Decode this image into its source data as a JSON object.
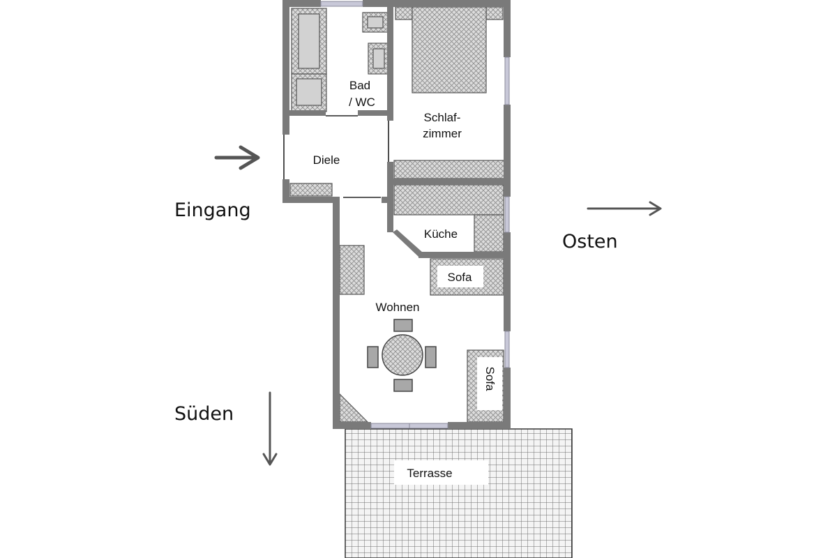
{
  "rooms": {
    "bad": [
      "Bad",
      "/ WC"
    ],
    "schlafzimmer": [
      "Schlaf-",
      "zimmer"
    ],
    "diele": "Diele",
    "kueche": "Küche",
    "sofa_top": "Sofa",
    "wohnen": "Wohnen",
    "sofa_right": "Sofa",
    "terrasse": "Terrasse"
  },
  "compass": {
    "entrance": "Eingang",
    "east": "Osten",
    "south": "Süden"
  },
  "colors": {
    "wall": "#7a7a7a",
    "window": "#c8c8d8",
    "furniture_fill": "#d2d2d2",
    "hatch": "#8e8e8e",
    "arrow": "#555555"
  }
}
